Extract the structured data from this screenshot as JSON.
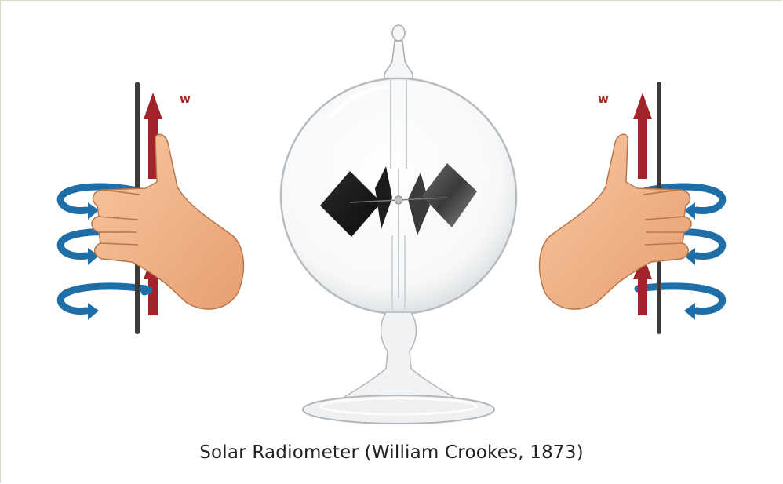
{
  "caption": "Solar Radiometer (William Crookes, 1873)",
  "left_vector_label": "w",
  "right_vector_label": "w",
  "colors": {
    "arrow_red": "#a3232a",
    "curl_blue": "#1e6ea8",
    "rod": "#3b3b3b",
    "skin": "#f2b48a",
    "vane": "#1b1b1b",
    "glass_outline": "#b8bcc0"
  },
  "icons": [
    "right-hand-rule-left",
    "crookes-radiometer",
    "right-hand-rule-right"
  ]
}
